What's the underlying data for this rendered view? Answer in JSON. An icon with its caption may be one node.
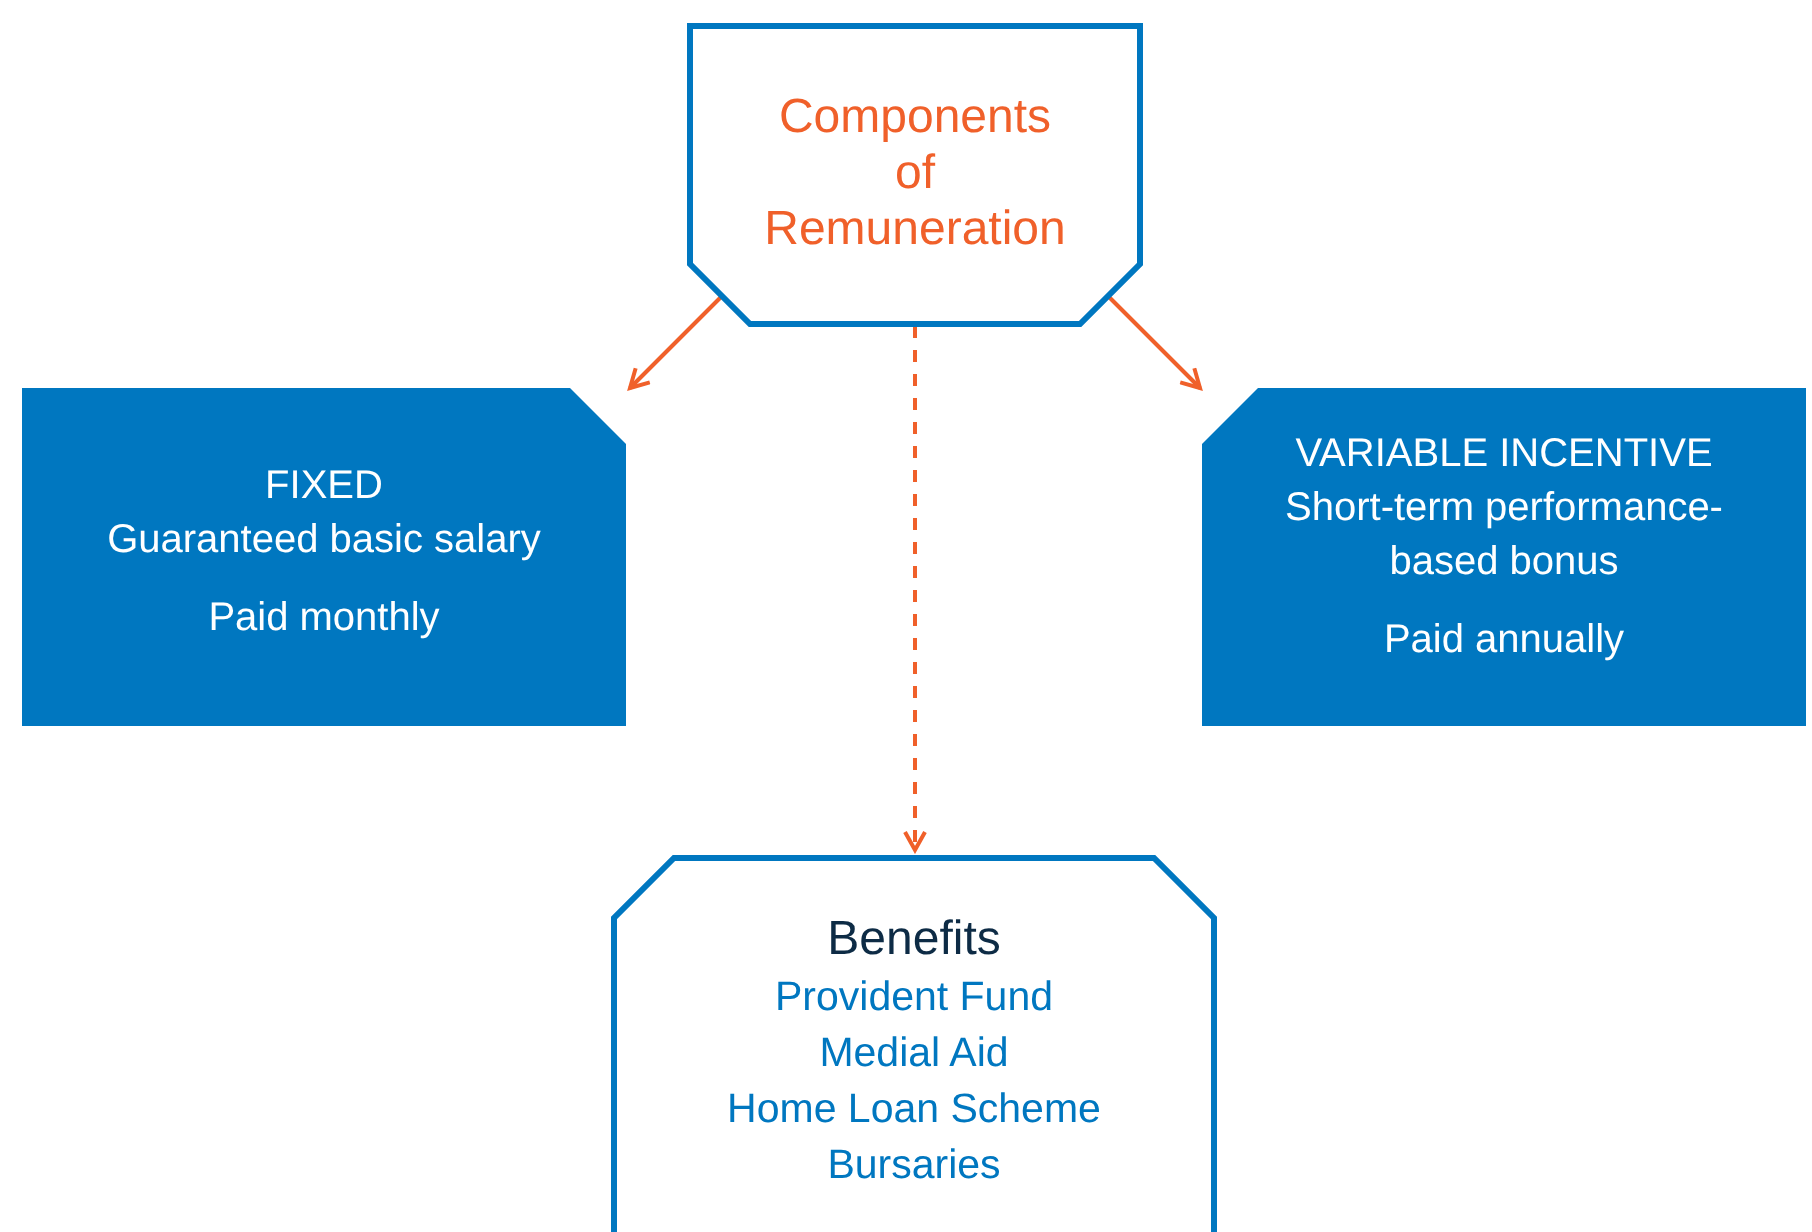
{
  "diagram": {
    "nodes": [
      {
        "text": [
          "Components of Remuneration"
        ]
      },
      {
        "text": [
          "FIXED",
          "Guaranteed basic salary",
          "Paid monthly"
        ]
      },
      {
        "text": [
          "VARIABLE INCENTIVE",
          "Short-term performance-based bonus",
          "Paid annually"
        ]
      },
      {
        "text": [
          "Benefits",
          "Provident Fund",
          "Medial Aid",
          "Home Loan Scheme",
          "Bursaries"
        ]
      }
    ],
    "edges": [
      {
        "from": 0,
        "to": 1,
        "arrow": "to"
      },
      {
        "from": 0,
        "to": 2,
        "arrow": "to"
      },
      {
        "from": 0,
        "to": 3,
        "arrow": "to",
        "style": "dashed"
      }
    ]
  }
}
